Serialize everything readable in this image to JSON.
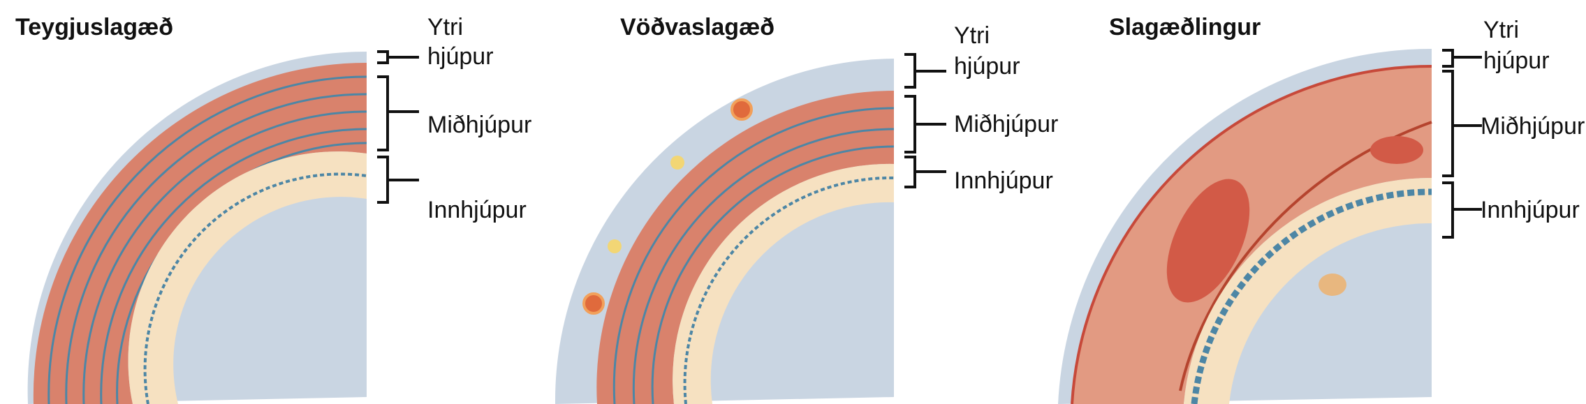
{
  "panels": [
    {
      "title": "Teygjuslagæð",
      "labels": {
        "outer_line1": "Ytri",
        "outer_line2": "hjúpur",
        "middle": "Miðhjúpur",
        "inner": "Innhjúpur"
      }
    },
    {
      "title": "Vöðvaslagæð",
      "labels": {
        "outer_line1": "Ytri",
        "outer_line2": "hjúpur",
        "middle": "Miðhjúpur",
        "inner": "Innhjúpur"
      }
    },
    {
      "title": "Slagæðlingur",
      "labels": {
        "outer_line1": "Ytri",
        "outer_line2": "hjúpur",
        "middle": "Miðhjúpur",
        "inner": "Innhjúpur"
      }
    }
  ],
  "colors": {
    "adventitia": "#c9d5e2",
    "media": "#d9826c",
    "media_light": "#e8a792",
    "intima": "#f6e1c1",
    "elastic_fiber": "#4d86a5",
    "bracket": "#111111"
  }
}
